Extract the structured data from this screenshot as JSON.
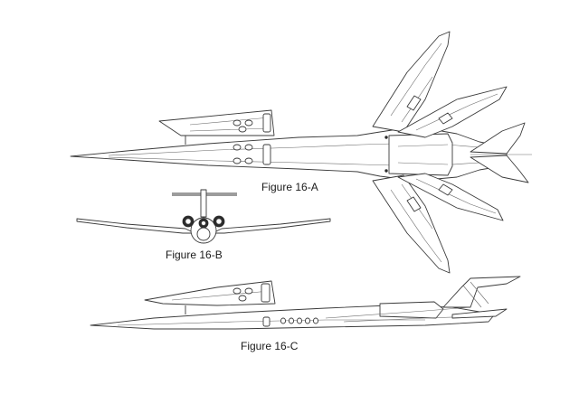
{
  "figures": [
    {
      "id": "16-A",
      "caption": "Figure 16-A",
      "view": "top"
    },
    {
      "id": "16-B",
      "caption": "Figure 16-B",
      "view": "front"
    },
    {
      "id": "16-C",
      "caption": "Figure 16-C",
      "view": "side"
    }
  ],
  "colors": {
    "line": "#3a3a3a",
    "background": "#ffffff"
  }
}
